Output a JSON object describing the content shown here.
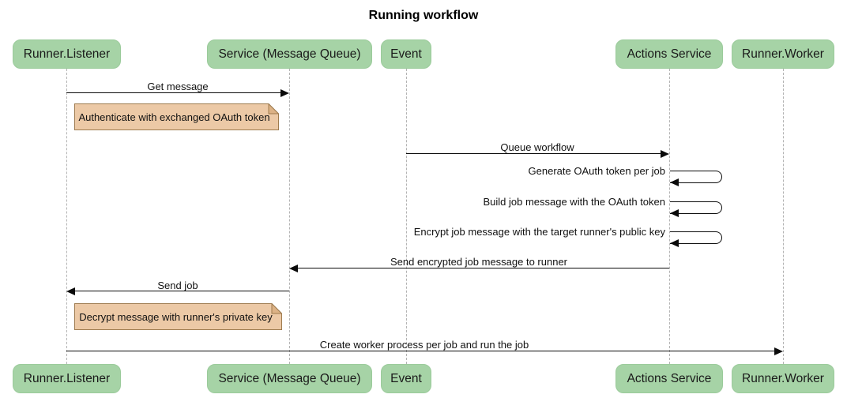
{
  "title": "Running workflow",
  "diagram_type": "sequence",
  "actors": [
    {
      "label": "Runner.Listener"
    },
    {
      "label": "Service (Message Queue)"
    },
    {
      "label": "Event"
    },
    {
      "label": "Actions Service"
    },
    {
      "label": "Runner.Worker"
    }
  ],
  "messages": [
    {
      "label": "Get message",
      "from": "Runner.Listener",
      "to": "Service (Message Queue)",
      "type": "solid-arrow"
    },
    {
      "label": "Queue workflow",
      "from": "Event",
      "to": "Actions Service",
      "type": "solid-arrow"
    },
    {
      "label": "Generate OAuth token per job",
      "from": "Actions Service",
      "to": "Actions Service",
      "type": "self"
    },
    {
      "label": "Build job message with the OAuth token",
      "from": "Actions Service",
      "to": "Actions Service",
      "type": "self"
    },
    {
      "label": "Encrypt job message with the target runner's public key",
      "from": "Actions Service",
      "to": "Actions Service",
      "type": "self"
    },
    {
      "label": "Send encrypted job message to runner",
      "from": "Actions Service",
      "to": "Service (Message Queue)",
      "type": "solid-arrow"
    },
    {
      "label": "Send job",
      "from": "Service (Message Queue)",
      "to": "Runner.Listener",
      "type": "solid-arrow"
    },
    {
      "label": "Create worker process per job and run the job",
      "from": "Runner.Listener",
      "to": "Runner.Worker",
      "type": "solid-arrow"
    }
  ],
  "notes": [
    {
      "label": "Authenticate with exchanged OAuth token",
      "over": "Runner.Listener"
    },
    {
      "label": "Decrypt message with runner's private key",
      "over": "Runner.Listener"
    }
  ],
  "colors": {
    "actor_fill": "#a6d3a6",
    "actor_border": "#9bcb9b",
    "note_fill": "#ecc9a6",
    "note_border": "#9e7b4f",
    "note_fold": "#dcb286",
    "line": "#0b0b0b",
    "lifeline": "#b3b3b3",
    "background": "#ffffff",
    "text": "#111111"
  }
}
